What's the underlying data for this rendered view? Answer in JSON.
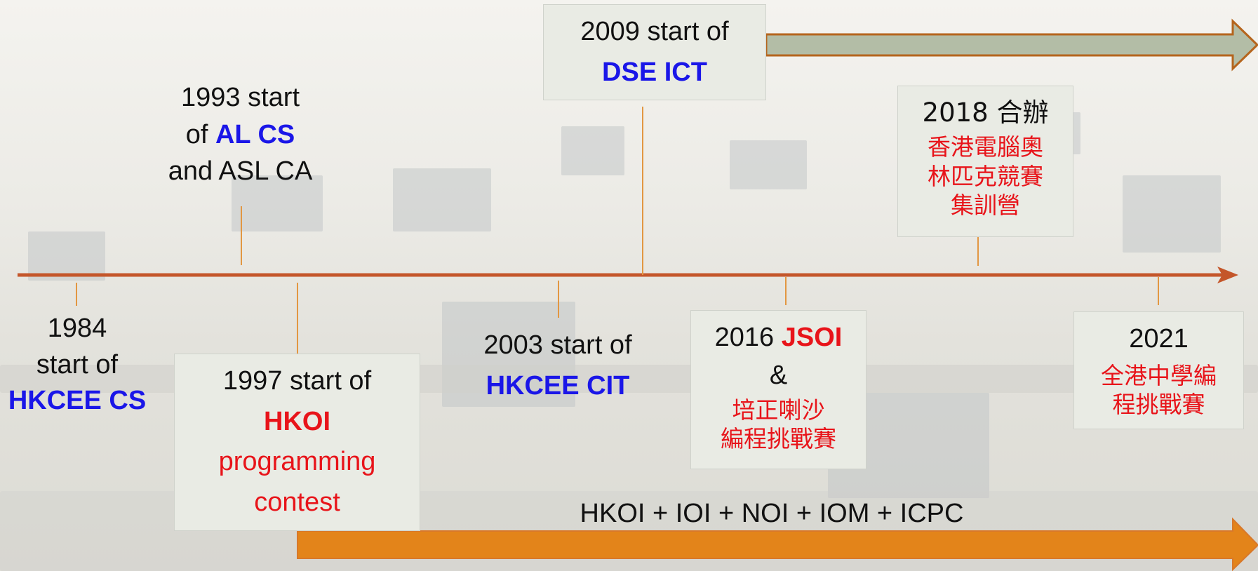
{
  "timeline": {
    "e1984": {
      "year": "1984",
      "line2": "start of",
      "name": "HKCEE CS"
    },
    "e1993": {
      "line1": "1993 start",
      "of": "of ",
      "name": "AL CS",
      "line3": "and ASL CA"
    },
    "e1997": {
      "line1": "1997 start of",
      "name": "HKOI",
      "desc1": "programming",
      "desc2": "contest"
    },
    "e2003": {
      "line1": "2003 start of",
      "name": "HKCEE CIT"
    },
    "e2009": {
      "line1": "2009 start of",
      "name": "DSE ICT"
    },
    "e2016": {
      "year": "2016 ",
      "name": "JSOI",
      "amp": "&",
      "desc1": "培正喇沙",
      "desc2": "編程挑戰賽"
    },
    "e2018": {
      "line1": "2018 合辦",
      "desc1": "香港電腦奧",
      "desc2": "林匹克競賽",
      "desc3": "集訓營"
    },
    "e2021": {
      "year": "2021",
      "desc1": "全港中學編",
      "desc2": "程挑戰賽"
    },
    "competitions": "HKOI + IOI + NOI + IOM + ICPC"
  },
  "colors": {
    "main_axis": "#c4562a",
    "dse_arrow_fill": "#b3bda6",
    "dse_arrow_stroke": "#b5651d",
    "comp_arrow_fill": "#e3841a",
    "tick": "#e29742",
    "blue_text": "#1a16e8",
    "red_text": "#e8141a"
  }
}
